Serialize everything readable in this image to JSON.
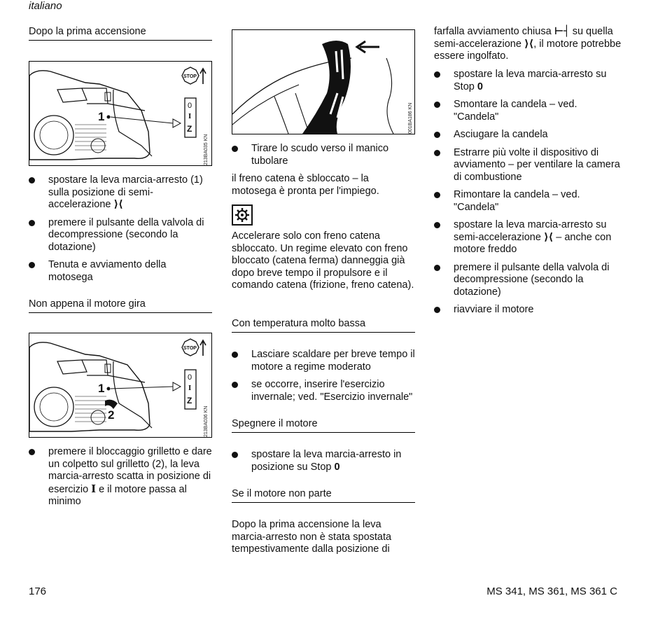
{
  "header": {
    "language": "italiano"
  },
  "col1": {
    "heading1": "Dopo la prima accensione",
    "fig1": {
      "label1": "1",
      "code": "213BA035 KN",
      "switch_labels": [
        "0",
        "I",
        "Z"
      ],
      "stop_label": "STOP"
    },
    "list1": [
      {
        "text": "spostare la leva marcia-arresto (1) sulla posizione di semi-accelerazione",
        "symbol": "⟩⟨"
      },
      {
        "text": "premere il pulsante della valvola di decompressione (secondo la dotazione)"
      },
      {
        "text": "Tenuta e avviamento della motosega"
      }
    ],
    "heading2": "Non appena il motore gira",
    "fig2": {
      "label1": "1",
      "label2": "2",
      "code": "213BA036 KN",
      "switch_labels": [
        "0",
        "I",
        "Z"
      ],
      "stop_label": "STOP"
    },
    "list2": [
      {
        "text_a": "premere il bloccaggio grilletto e dare un colpetto sul grilletto (2), la leva marcia-arresto scatta in posizione di esercizio",
        "symbol": "I",
        "text_b": "e il motore passa al minimo"
      }
    ]
  },
  "col2": {
    "fig3": {
      "code": "001BA186 KN"
    },
    "list1": [
      {
        "text": "Tirare lo scudo verso il manico tubolare"
      }
    ],
    "para1": "il freno catena è sbloccato – la motosega è pronta per l'impiego.",
    "warning_icon": "gear-warning-icon",
    "para2": "Accelerare solo con freno catena sbloccato. Un regime elevato con freno bloccato (catena ferma) danneggia già dopo breve tempo il propulsore e il comando catena (frizione, freno catena).",
    "heading1": "Con temperatura molto bassa",
    "list2": [
      {
        "text": "Lasciare scaldare per breve tempo il motore a regime moderato"
      },
      {
        "text": "se occorre, inserire l'esercizio invernale; ved. \"Esercizio invernale\""
      }
    ],
    "heading2": "Spegnere il motore",
    "list3": [
      {
        "text": "spostare la leva marcia-arresto in posizione su Stop",
        "value": "0"
      }
    ],
    "heading3": "Se il motore non parte",
    "para3": "Dopo la prima accensione la leva marcia-arresto non è stata spostata tempestivamente dalla posizione di"
  },
  "col3": {
    "para1_a": "farfalla avviamento chiusa",
    "para1_sym": "⊢┤",
    "para1_b": "su quella semi-accelerazione",
    "para1_sym2": "⟩⟨",
    "para1_c": ", il motore potrebbe essere ingolfato.",
    "list": [
      {
        "text": "spostare la leva marcia-arresto su Stop",
        "value": "0"
      },
      {
        "text": "Smontare la candela – ved. \"Candela\""
      },
      {
        "text": "Asciugare la candela"
      },
      {
        "text": "Estrarre più volte il dispositivo di avviamento – per ventilare la camera di combustione"
      },
      {
        "text": "Rimontare la candela – ved. \"Candela\""
      },
      {
        "text_a": "spostare la leva marcia-arresto su semi-accelerazione",
        "symbol": "⟩⟨",
        "text_b": "– anche con motore freddo"
      },
      {
        "text": "premere il pulsante della valvola di decompressione (secondo la dotazione)"
      },
      {
        "text": "riavviare il motore"
      }
    ]
  },
  "footer": {
    "page_number": "176",
    "model": "MS 341, MS 361, MS 361 C"
  }
}
